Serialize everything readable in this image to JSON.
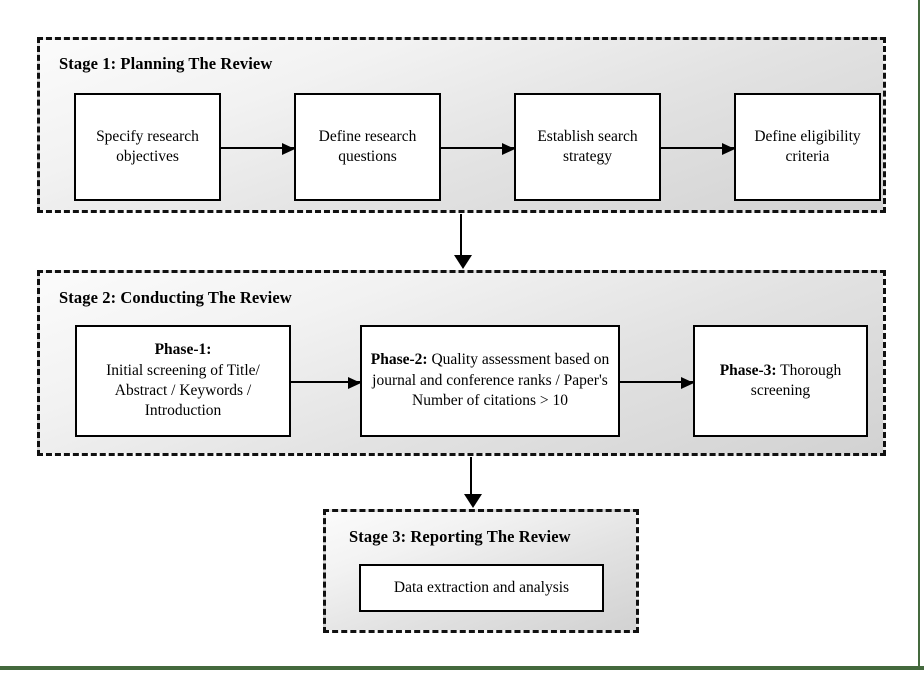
{
  "figure": {
    "type": "flowchart",
    "accent_color": "#44693d",
    "box_fill": "#ffffff",
    "box_border": "#000000",
    "stage_border_style": "dashed",
    "stage_fill_light": "#fbfbfb",
    "stage_fill_dark": "#d2d2d2"
  },
  "stages": [
    {
      "id": "stage-1",
      "title": "Stage 1: Planning The Review",
      "boxes": [
        {
          "id": "specify-research-objectives",
          "text": "Specify research objectives"
        },
        {
          "id": "define-research-questions",
          "text": "Define research questions"
        },
        {
          "id": "establish-search-strategy",
          "text": "Establish search strategy"
        },
        {
          "id": "define-eligibility-criteria",
          "text": "Define eligibility criteria"
        }
      ]
    },
    {
      "id": "stage-2",
      "title": "Stage 2: Conducting The Review",
      "boxes": [
        {
          "id": "phase-1",
          "label": "Phase-1:",
          "text": "Initial screening  of Title/ Abstract / Keywords / Introduction"
        },
        {
          "id": "phase-2",
          "label": "Phase-2:",
          "text": "Quality assessment based on  journal and conference ranks  / Paper's Number of citations > 10"
        },
        {
          "id": "phase-3",
          "label": "Phase-3:",
          "text": "Thorough screening"
        }
      ]
    },
    {
      "id": "stage-3",
      "title": "Stage 3: Reporting The Review",
      "boxes": [
        {
          "id": "data-extraction-and-analysis",
          "text": "Data extraction and analysis"
        }
      ]
    }
  ],
  "connectors": {
    "stage1_to_stage2": "down-arrow",
    "stage2_to_stage3": "down-arrow",
    "horizontal": "right-arrow"
  }
}
